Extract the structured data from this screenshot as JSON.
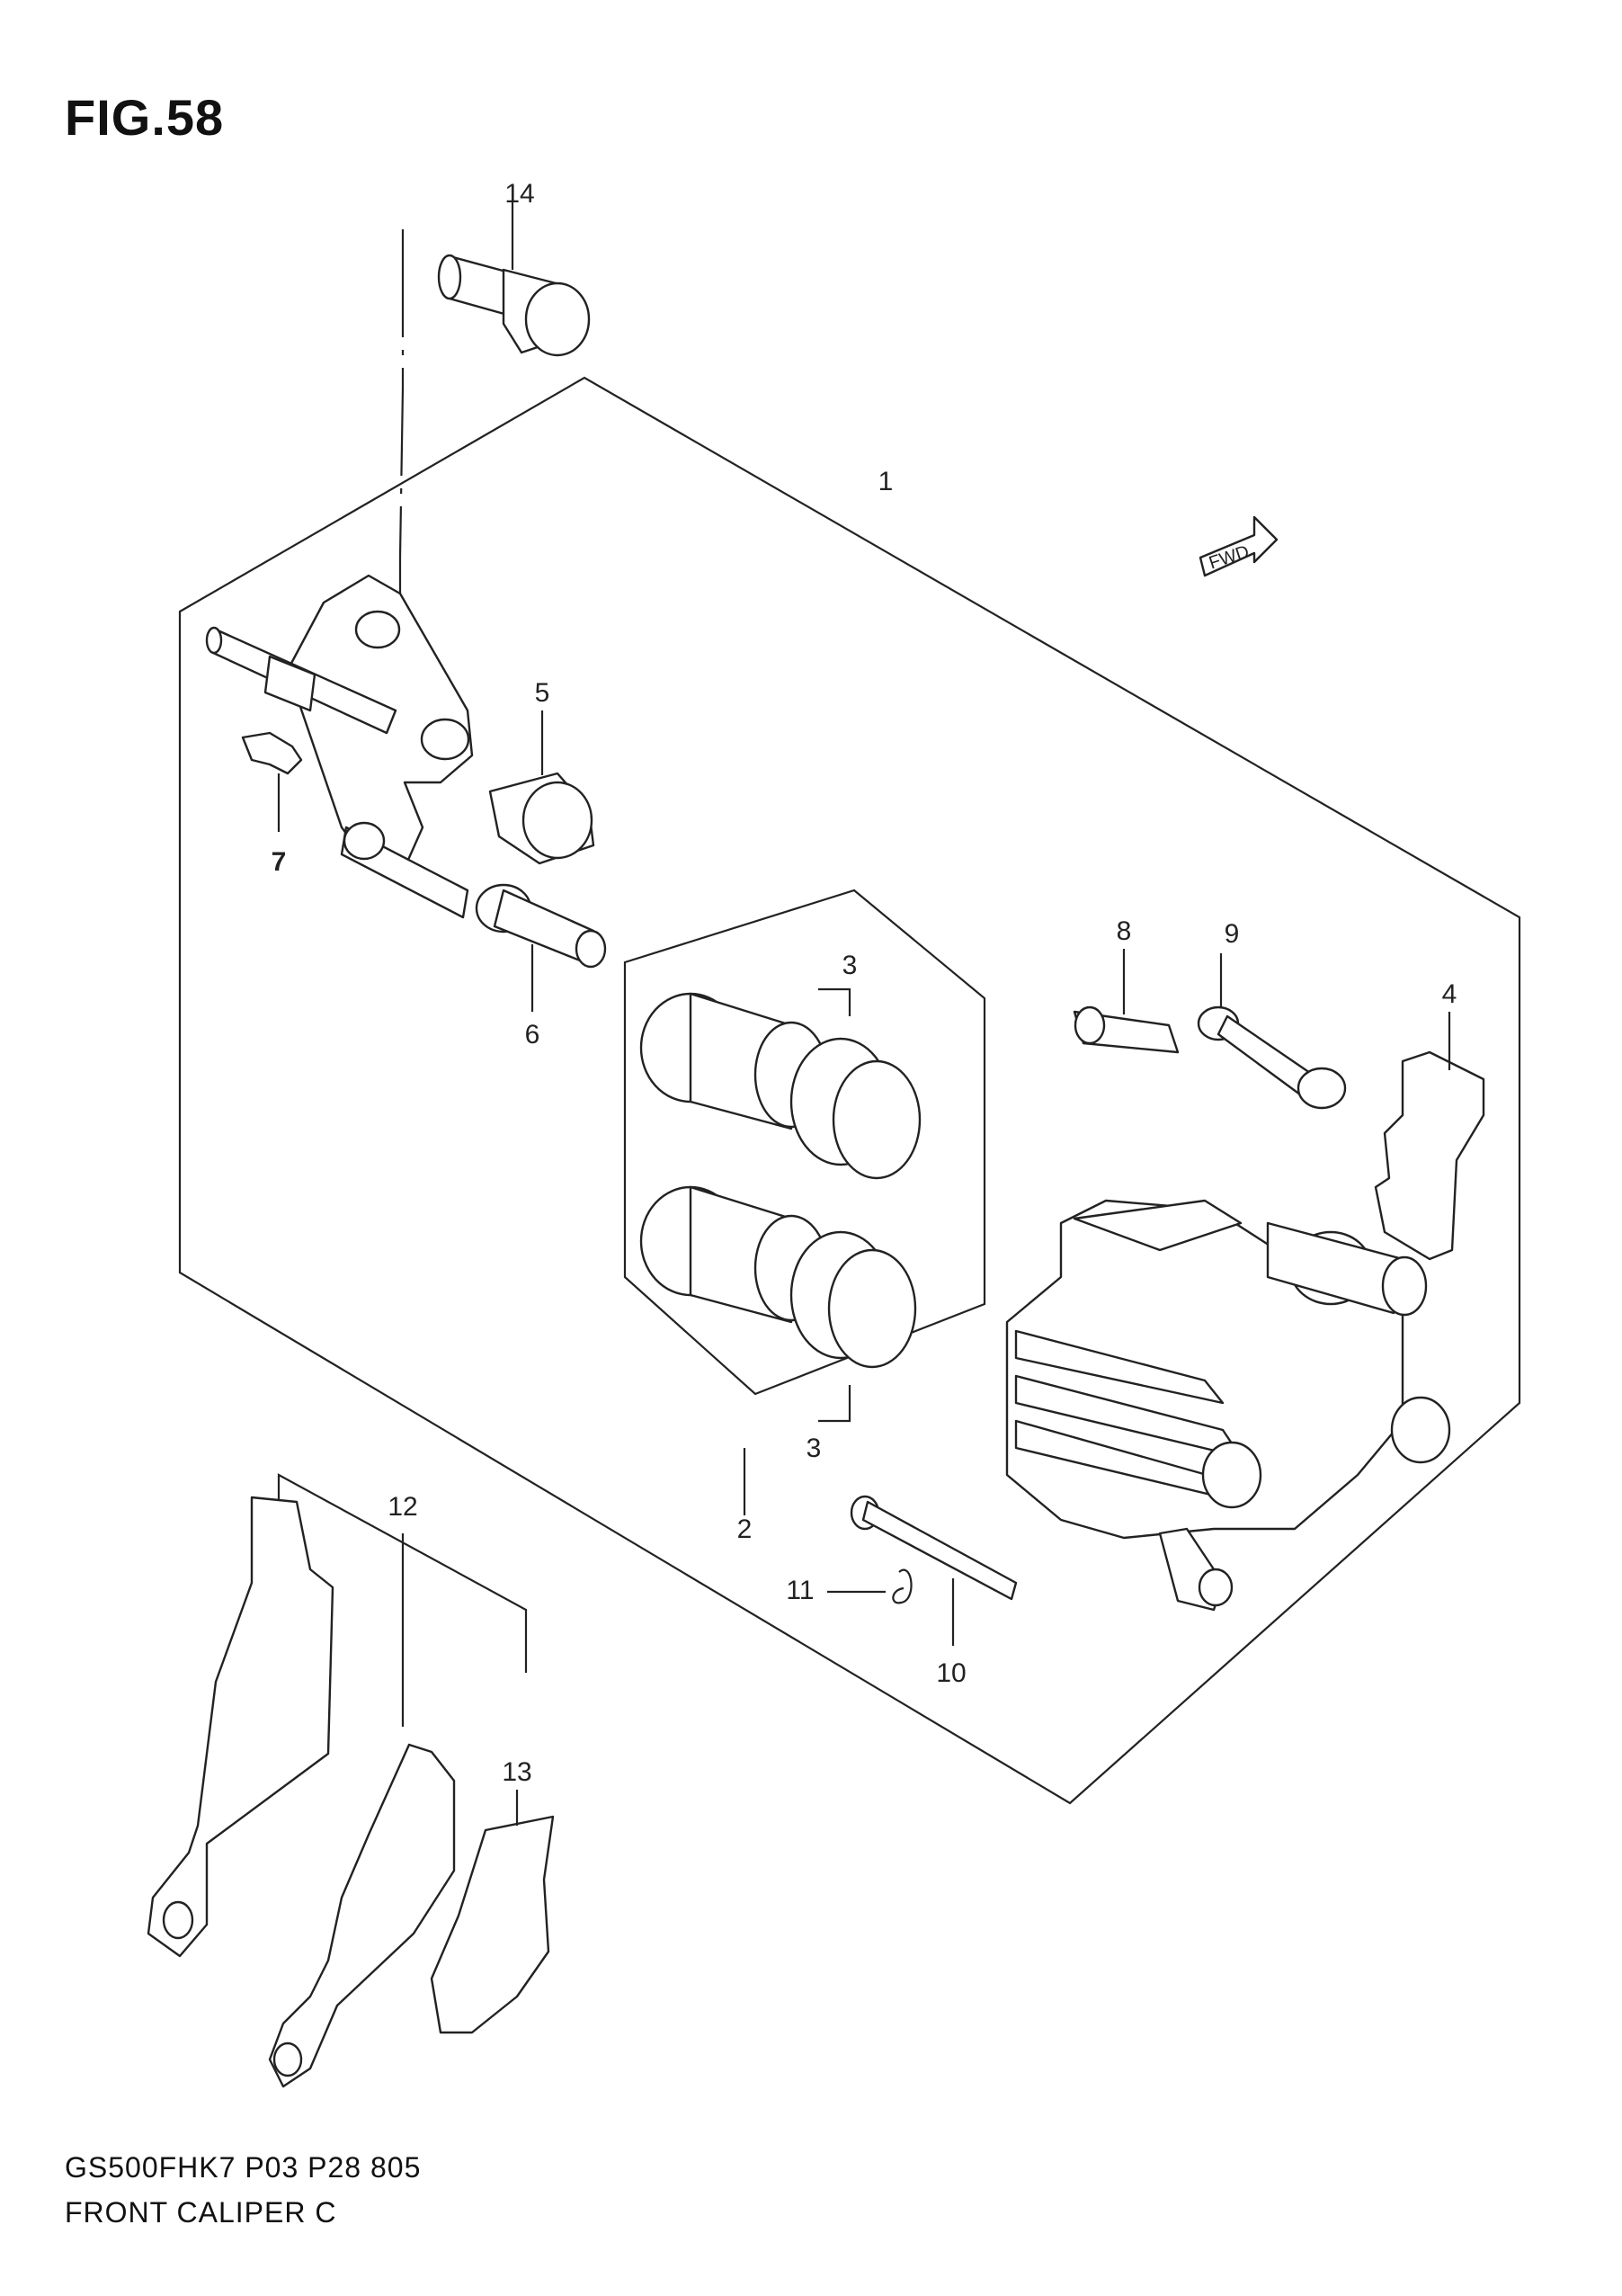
{
  "figure": {
    "title": "FIG.58",
    "model_code": "GS500FHK7 P03 P28 805",
    "part_name": "FRONT CALIPER C",
    "fwd_tag": "FWD"
  },
  "callouts": [
    "1",
    "2",
    "3",
    "3",
    "4",
    "5",
    "6",
    "7",
    "8",
    "9",
    "10",
    "11",
    "12",
    "13",
    "14"
  ],
  "colors": {
    "line": "#222222",
    "background": "#ffffff"
  }
}
